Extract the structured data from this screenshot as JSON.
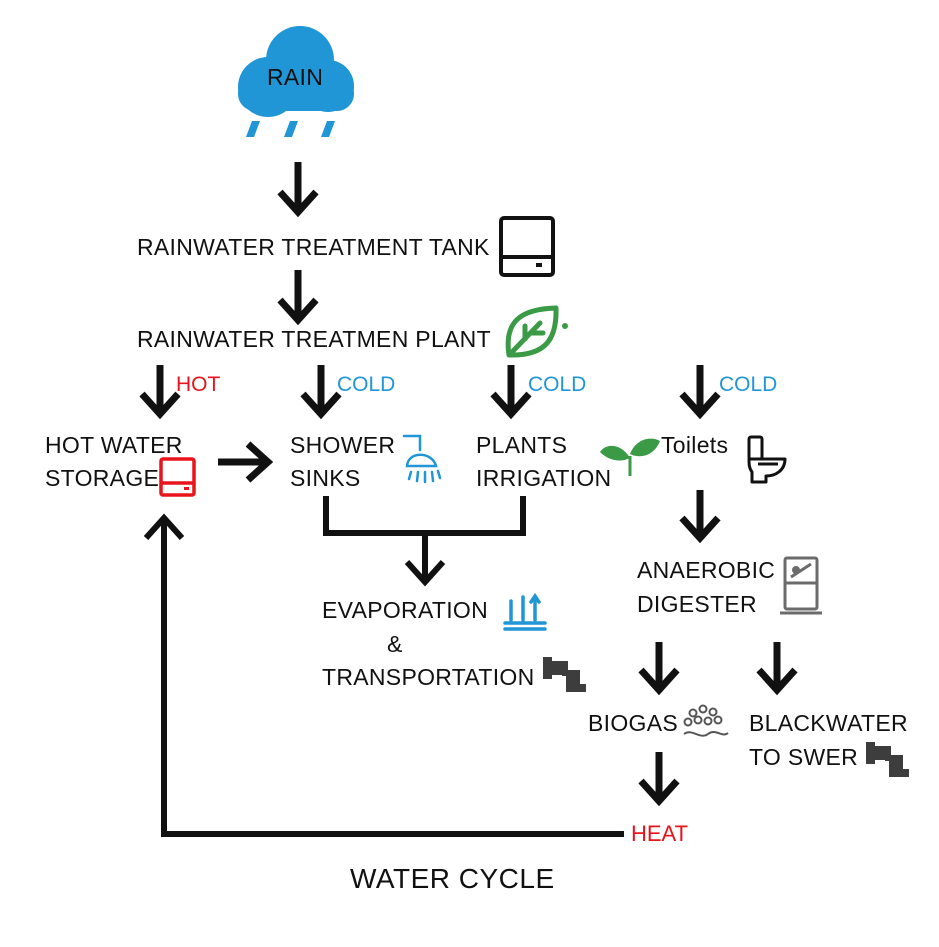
{
  "title": "WATER CYCLE",
  "colors": {
    "hot": "#e8141b",
    "cold": "#2196d6",
    "green": "#3b9a45",
    "gray": "#6b6b6b",
    "black": "#111111"
  },
  "nodes": {
    "rain": "RAIN",
    "treatment_tank": "RAINWATER TREATMENT TANK",
    "treatment_plant": "RAINWATER TREATMEN PLANT",
    "hot_water_storage": [
      "HOT WATER",
      "STORAGE"
    ],
    "shower_sinks": [
      "SHOWER",
      "SINKS"
    ],
    "plants_irrigation": [
      "PLANTS",
      "IRRIGATION"
    ],
    "toilets": "Toilets",
    "evaporation": [
      "EVAPORATION",
      "&",
      "TRANSPORTATION"
    ],
    "anaerobic_digester": [
      "ANAEROBIC",
      "DIGESTER"
    ],
    "biogas": "BIOGAS",
    "blackwater": [
      "BLACKWATER",
      "TO SWER"
    ],
    "heat": "HEAT"
  },
  "flow_labels": {
    "hot": "HOT",
    "cold_1": "COLD",
    "cold_2": "COLD",
    "cold_3": "COLD"
  },
  "icons": {
    "rain": "rain-cloud-icon",
    "tank": "tank-icon",
    "plant": "leaf-icon",
    "storage": "hot-storage-icon",
    "shower": "shower-icon",
    "sprout": "sprout-icon",
    "toilet": "toilet-icon",
    "evaporation": "evaporation-icon",
    "pipe": "pipe-icon",
    "digester": "digester-icon",
    "biogas": "biogas-icon"
  }
}
